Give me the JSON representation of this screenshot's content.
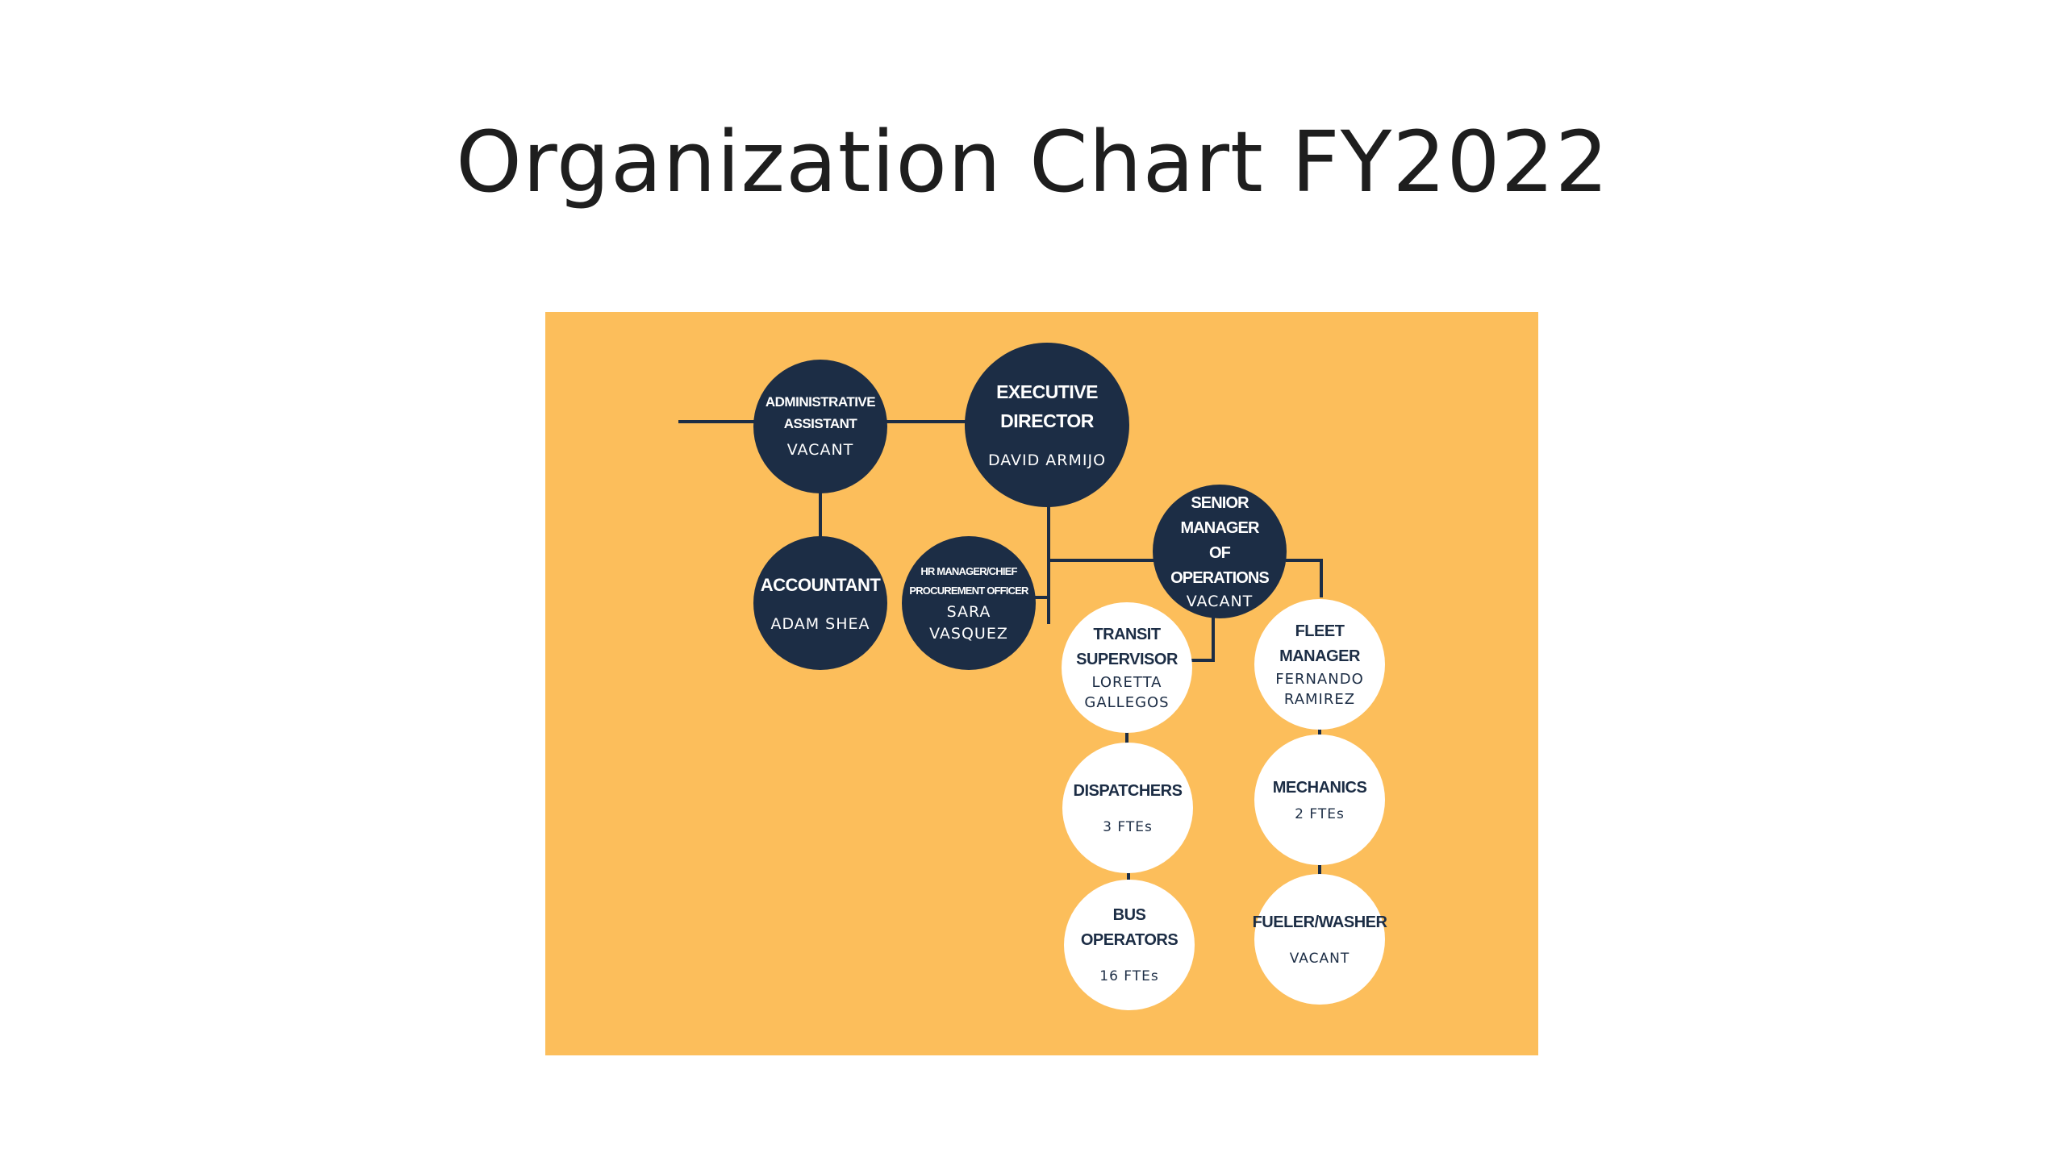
{
  "slide": {
    "title": "Organization Chart FY2022"
  },
  "org": {
    "executive_director": {
      "role": "EXECUTIVE\nDIRECTOR",
      "person": "DAVID ARMIJO"
    },
    "administrative_assistant": {
      "role": "ADMINISTRATIVE\nASSISTANT",
      "person": "VACANT"
    },
    "accountant": {
      "role": "ACCOUNTANT",
      "person": "ADAM SHEA"
    },
    "hr_manager": {
      "role": "HR MANAGER/CHIEF\nPROCUREMENT OFFICER",
      "person": "SARA VASQUEZ"
    },
    "senior_manager_operations": {
      "role": "SENIOR MANAGER\nOF OPERATIONS",
      "person": "VACANT"
    },
    "transit_supervisor": {
      "role": "TRANSIT\nSUPERVISOR",
      "person": "LORETTA\nGALLEGOS"
    },
    "fleet_manager": {
      "role": "FLEET MANAGER",
      "person": "FERNANDO\nRAMIREZ"
    },
    "dispatchers": {
      "role": "DISPATCHERS",
      "person": "3 FTEs"
    },
    "mechanics": {
      "role": "MECHANICS",
      "person": "2 FTEs"
    },
    "bus_operators": {
      "role": "BUS OPERATORS",
      "person": "16 FTEs"
    },
    "fueler_washer": {
      "role": "FUELER/WASHER",
      "person": "VACANT"
    }
  },
  "colors": {
    "panel": "#fcbe5b",
    "dark_node": "#1c2d45",
    "light_node": "#ffffff",
    "connector": "#1c2d45"
  }
}
